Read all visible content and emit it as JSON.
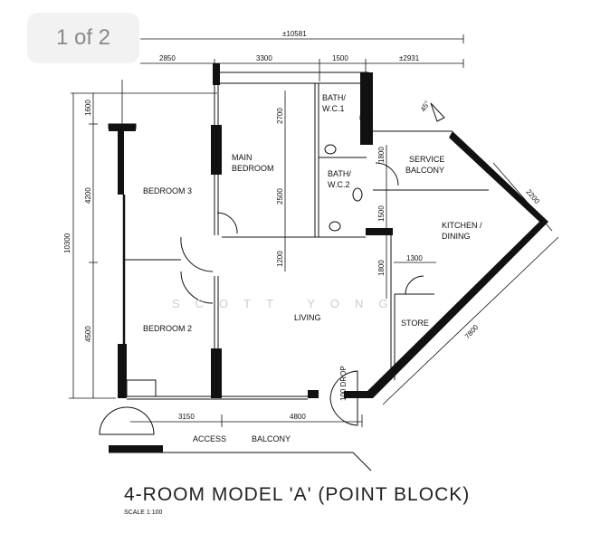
{
  "page_badge": "1 of 2",
  "watermark": "SCOTT YONG",
  "plan": {
    "title": "4-ROOM MODEL 'A' (POINT BLOCK)",
    "scale": "SCALE  1:100",
    "rooms": {
      "bedroom3": "BEDROOM 3",
      "main_bedroom_1": "MAIN",
      "main_bedroom_2": "BEDROOM",
      "bath1_1": "BATH/",
      "bath1_2": "W.C.1",
      "bath2_1": "BATH/",
      "bath2_2": "W.C.2",
      "service_1": "SERVICE",
      "service_2": "BALCONY",
      "kitchen_1": "KITCHEN /",
      "kitchen_2": "DINING",
      "store": "STORE",
      "living": "LIVING",
      "bedroom2": "BEDROOM 2",
      "access": "ACCESS",
      "balcony": "BALCONY",
      "drop": "100 DROP",
      "angle": "45°"
    },
    "dimensions": {
      "total_width": "±10581",
      "top": [
        "2850",
        "3300",
        "1500",
        "±2931"
      ],
      "total_height": "10300",
      "left": [
        "1600",
        "4200",
        "4500"
      ],
      "mid_vertical": [
        "2700",
        "2500",
        "1200"
      ],
      "kitchen_vertical": [
        "1800",
        "1500",
        "1800"
      ],
      "store_width": "1300",
      "diag_short": "2200",
      "diag_long": "7800",
      "bottom": [
        "3150",
        "4800"
      ]
    }
  }
}
